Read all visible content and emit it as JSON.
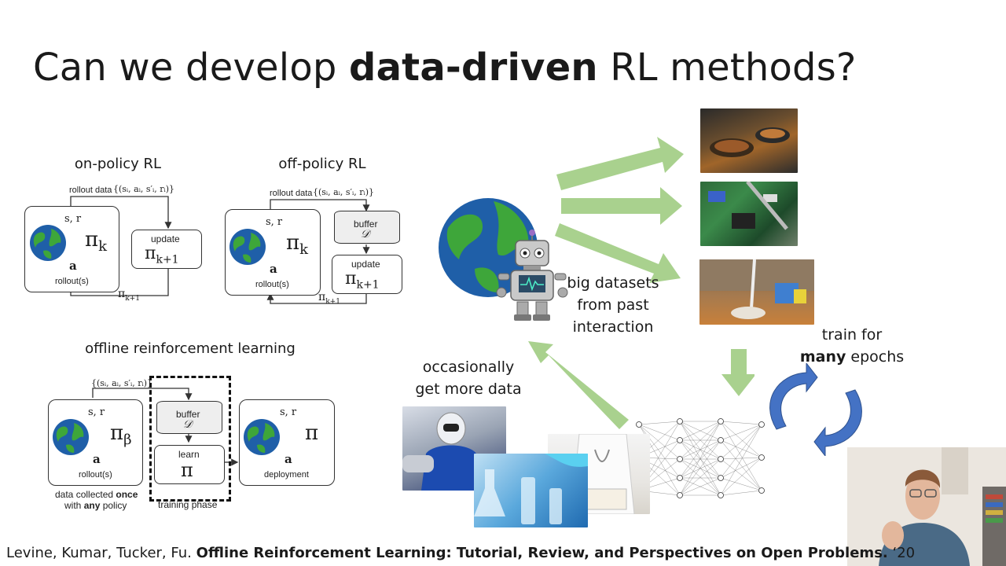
{
  "slide": {
    "title_prefix": "Can we develop ",
    "title_bold": "data-driven",
    "title_suffix": " RL methods?"
  },
  "onpolicy": {
    "heading": "on-policy RL",
    "rollout_data": "rollout data",
    "tuple": "{(sᵢ, aᵢ, s′ᵢ, rᵢ)}",
    "state_reward": "s, r",
    "policy": "π",
    "policy_sub": "k",
    "action": "a",
    "rollouts": "rollout(s)",
    "update": "update",
    "next_policy": "π",
    "next_sub": "k+1",
    "return_policy": "π",
    "return_sub": "k+1"
  },
  "offpolicy": {
    "heading": "off-policy RL",
    "rollout_data": "rollout data",
    "tuple": "{(sᵢ, aᵢ, s′ᵢ, rᵢ)}",
    "state_reward": "s, r",
    "policy": "π",
    "policy_sub": "k",
    "action": "a",
    "rollouts": "rollout(s)",
    "buffer": "buffer",
    "buffer_symbol": "𝒟",
    "update": "update",
    "next_policy": "π",
    "next_sub": "k+1",
    "return_policy": "π",
    "return_sub": "k+1"
  },
  "offline": {
    "heading": "offline reinforcement learning",
    "tuple": "{(sᵢ, aᵢ, s′ᵢ, rᵢ)}",
    "state_reward": "s, r",
    "policy": "π",
    "policy_sub": "β",
    "action": "a",
    "rollouts": "rollout(s)",
    "buffer": "buffer",
    "buffer_symbol": "𝒟",
    "learn": "learn",
    "learn_policy": "π",
    "deploy_state": "s, r",
    "deploy_policy": "π",
    "deploy_action": "a",
    "deployment": "deployment",
    "caption1_prefix": "data collected ",
    "caption1_bold": "once",
    "caption2_prefix": "with ",
    "caption2_bold": "any",
    "caption2_suffix": " policy",
    "training_phase": "training phase"
  },
  "right": {
    "datasets_line1": "big datasets",
    "datasets_line2": "from past",
    "datasets_line3": "interaction",
    "occasionally_line1": "occasionally",
    "occasionally_line2": "get more data",
    "train_line1": "train for",
    "train_bold": "many",
    "train_suffix": " epochs"
  },
  "citation": {
    "authors": "Levine, Kumar, Tucker, Fu. ",
    "paper": "Offline Reinforcement Learning: Tutorial, Review, and Perspectives on Open Problems.",
    "year": " ‘20"
  },
  "colors": {
    "arrow_green": "#a9d18e",
    "cycle_blue": "#4472c4",
    "earth_ocean": "#1f5fa8",
    "earth_land": "#3ea63a"
  }
}
